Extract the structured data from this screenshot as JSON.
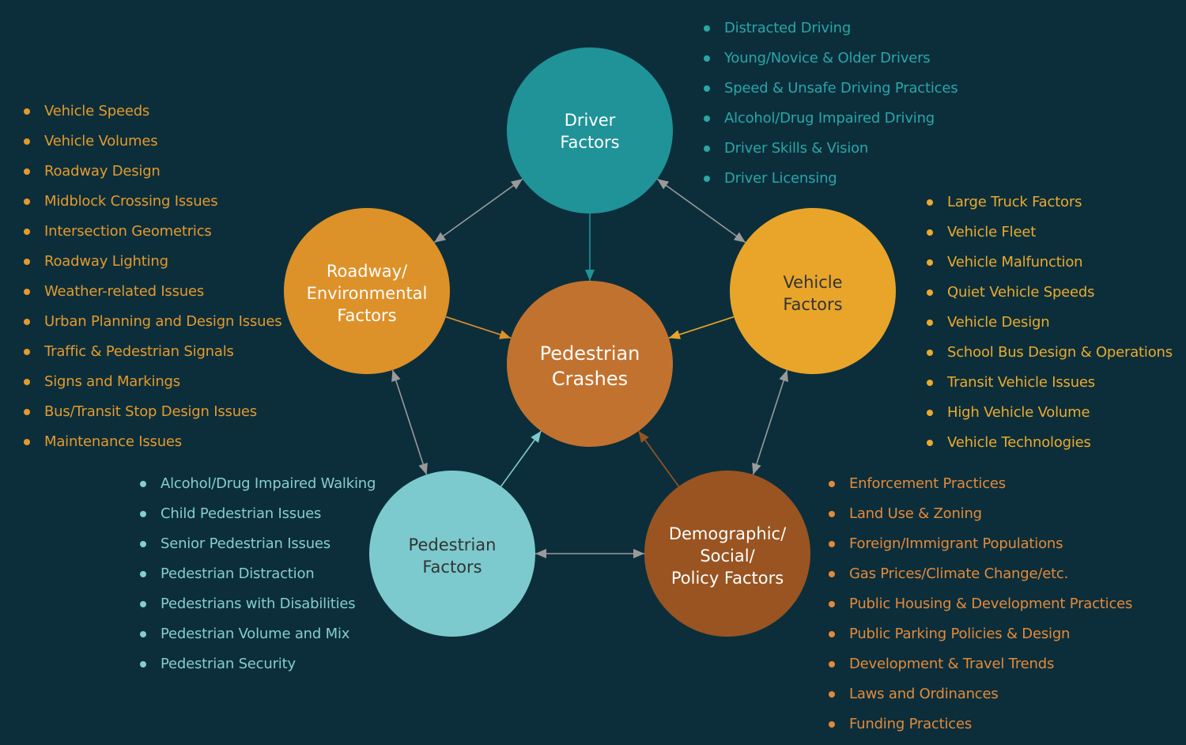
{
  "background": "#0c2e3b",
  "center": {
    "label": "Pedestrian\nCrashes",
    "color": "#c2722f",
    "text_color": "#ffffff"
  },
  "nodes": {
    "driver": {
      "label": "Driver\nFactors",
      "color": "#1f9398",
      "text_color": "#ffffff",
      "list_color": "#2aa5a8",
      "items": [
        "Distracted Driving",
        "Young/Novice & Older Drivers",
        "Speed & Unsafe Driving Practices",
        "Alcohol/Drug Impaired Driving",
        "Driver Skills & Vision",
        "Driver Licensing"
      ]
    },
    "roadway": {
      "label": "Roadway/\nEnvironmental\nFactors",
      "color": "#dd9129",
      "text_color": "#ffffff",
      "list_color": "#e39a2d",
      "items": [
        "Vehicle Speeds",
        "Vehicle Volumes",
        "Roadway Design",
        "Midblock Crossing Issues",
        "Intersection Geometrics",
        "Roadway Lighting",
        "Weather-related Issues",
        "Urban Planning and Design Issues",
        "Traffic & Pedestrian Signals",
        "Signs and Markings",
        "Bus/Transit Stop Design Issues",
        "Maintenance Issues"
      ]
    },
    "vehicle": {
      "label": "Vehicle\nFactors",
      "color": "#e8a52a",
      "text_color": "#333333",
      "list_color": "#ebaa2c",
      "items": [
        "Large Truck Factors",
        "Vehicle Fleet",
        "Vehicle Malfunction",
        "Quiet Vehicle Speeds",
        "Vehicle Design",
        "School Bus Design & Operations",
        "Transit Vehicle Issues",
        "High Vehicle Volume",
        "Vehicle Technologies"
      ]
    },
    "pedestrian": {
      "label": "Pedestrian\nFactors",
      "color": "#7ccacd",
      "text_color": "#333333",
      "list_color": "#84cdd1",
      "items": [
        "Alcohol/Drug Impaired Walking",
        "Child Pedestrian Issues",
        "Senior Pedestrian Issues",
        "Pedestrian Distraction",
        "Pedestrians with Disabilities",
        "Pedestrian Volume and Mix",
        "Pedestrian Security"
      ]
    },
    "demographic": {
      "label": "Demographic/\nSocial/\nPolicy Factors",
      "color": "#995421",
      "text_color": "#ffffff",
      "list_color": "#e38a3a",
      "items": [
        "Enforcement Practices",
        "Land Use & Zoning",
        "Foreign/Immigrant Populations",
        "Gas Prices/Climate Change/etc.",
        "Public Housing & Development Practices",
        "Public Parking Policies & Design",
        "Development & Travel Trends",
        "Laws and Ordinances",
        "Funding Practices"
      ]
    }
  },
  "connectors": {
    "to_center": [
      "driver",
      "roadway",
      "vehicle",
      "pedestrian",
      "demographic"
    ],
    "bidirectional": [
      [
        "driver",
        "roadway"
      ],
      [
        "driver",
        "vehicle"
      ],
      [
        "roadway",
        "pedestrian"
      ],
      [
        "vehicle",
        "demographic"
      ],
      [
        "pedestrian",
        "demographic"
      ]
    ],
    "bidirectional_color": "#9a9a9a"
  }
}
